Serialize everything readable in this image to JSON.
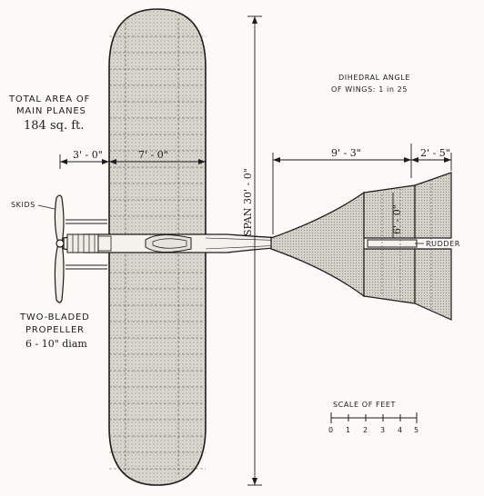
{
  "labels": {
    "total_area_line1": "TOTAL AREA OF",
    "total_area_line2": "MAIN PLANES",
    "total_area_value": "184 sq. ft.",
    "dihedral_line1": "DIHEDRAL ANGLE",
    "dihedral_line2": "OF WINGS: 1 in 25",
    "skids": "SKIDS",
    "rudder": "RUDDER",
    "propeller_line1": "TWO-BLADED",
    "propeller_line2": "PROPELLER",
    "propeller_line3": "6 - 10\" diam",
    "span": "SPAN 30' - 0\"",
    "dim_3ft": "3' - 0\"",
    "dim_7ft": "7' - 0\"",
    "dim_9ft": "9' - 3\"",
    "dim_2ft": "2' - 5\"",
    "dim_6ft": "6' - 0\"",
    "scale_title": "SCALE OF FEET",
    "scale_ticks": [
      "0",
      "1",
      "2",
      "3",
      "4",
      "5"
    ]
  },
  "colors": {
    "ink": "#1c1c1c",
    "paper": "#fbfaf6",
    "hatch": "#d9d6cc"
  }
}
